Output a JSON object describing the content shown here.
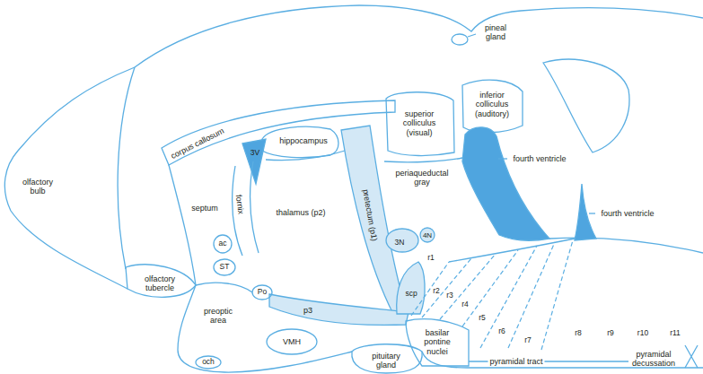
{
  "diagram": {
    "labels": [
      "olfactory bulb",
      "corpus callosum",
      "pineal gland",
      "hippocampus",
      "superior colliculus (visual)",
      "inferior colliculus (auditory)",
      "3V",
      "fornix",
      "septum",
      "thalamus (p2)",
      "pretectum (p1)",
      "periaqueductal gray",
      "fourth ventricle",
      "fourth ventricle",
      "3N",
      "4N",
      "ac",
      "ST",
      "Po",
      "p3",
      "r1",
      "scp",
      "olfactory tubercle",
      "preoptic area",
      "VMH",
      "och",
      "r2",
      "r3",
      "r4",
      "r5",
      "r6",
      "r7",
      "r8",
      "r9",
      "r10",
      "r11",
      "basilar pontine nuclei",
      "pituitary gland",
      "pyramidal tract",
      "pyramidal decussation"
    ]
  }
}
